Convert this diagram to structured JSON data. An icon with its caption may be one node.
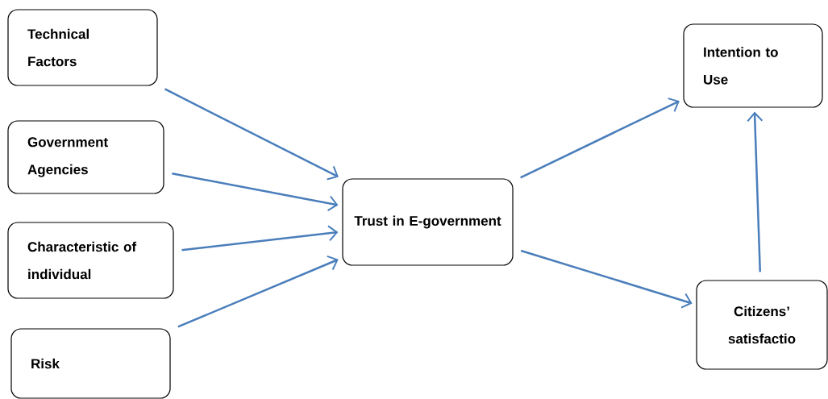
{
  "diagram": {
    "nodes": [
      {
        "text": [
          "Technical Factors"
        ]
      },
      {
        "text": [
          "Government Agencies"
        ]
      },
      {
        "text": [
          "Characteristic of individual"
        ]
      },
      {
        "text": [
          "Risk"
        ]
      },
      {
        "text": [
          "Trust in E-government"
        ]
      },
      {
        "text": [
          "Intention to Use"
        ]
      },
      {
        "text": [
          "Citizens’ satisfactio"
        ]
      }
    ],
    "edges": [
      {
        "from": 0,
        "to": 4,
        "arrow": "to"
      },
      {
        "from": 1,
        "to": 4,
        "arrow": "to"
      },
      {
        "from": 2,
        "to": 4,
        "arrow": "to"
      },
      {
        "from": 3,
        "to": 4,
        "arrow": "to"
      },
      {
        "from": 4,
        "to": 5,
        "arrow": "to"
      },
      {
        "from": 4,
        "to": 6,
        "arrow": "to"
      },
      {
        "from": 6,
        "to": 5,
        "arrow": "to"
      }
    ]
  }
}
